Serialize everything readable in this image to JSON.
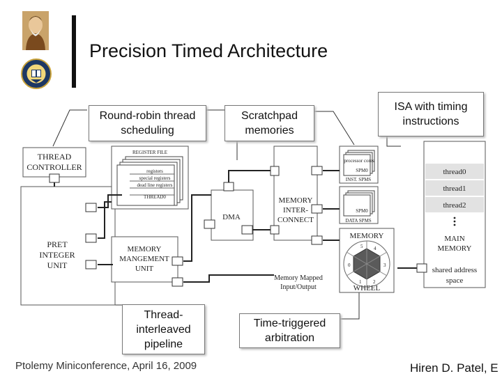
{
  "slide": {
    "title": "Precision Timed Architecture",
    "footer_left": "Ptolemy Miniconference, April 16, 2009",
    "footer_right": "Hiren D. Patel, E"
  },
  "logos": {
    "portrait": "portrait-image",
    "seal": "university-seal"
  },
  "callouts": {
    "round_robin": "Round-robin thread scheduling",
    "scratchpad": "Scratchpad memories",
    "isa": "ISA with timing instructions",
    "thread_interleaved": "Thread-interleaved pipeline",
    "time_triggered": "Time-triggered arbitration"
  },
  "diagram": {
    "thread_controller": [
      "THREAD",
      "CONTROLLER"
    ],
    "register_file": "REGISTER FILE",
    "register_lines": [
      "registers",
      "special registers",
      "dead line registers",
      "THREAD0"
    ],
    "dma": "DMA",
    "memory_interconnect": [
      "MEMORY",
      "INTER-",
      "CONNECT"
    ],
    "spm_inst": [
      "SPM0",
      "INST. SPMS"
    ],
    "spm_data": [
      "SPM0",
      "DATA SPMS"
    ],
    "spm_stack_label": "processor cores",
    "pret_unit": [
      "PRET",
      "INTEGER",
      "UNIT"
    ],
    "mmu": [
      "MEMORY",
      "MANGEMENT",
      "UNIT"
    ],
    "memory_mapped_io": [
      "Memory Mapped",
      "Input/Output"
    ],
    "memory_wheel": [
      "MEMORY",
      "WHEEL"
    ],
    "wheel_numbers": [
      "5",
      "4",
      "0",
      "3",
      "1",
      "2"
    ],
    "threads": [
      "thread0",
      "thread1",
      "thread2"
    ],
    "main_memory": [
      "MAIN",
      "MEMORY"
    ],
    "shared_address": [
      "shared address",
      "space"
    ]
  },
  "colors": {
    "box_border": "#555555",
    "connector": "#222222",
    "hexagon": "#5a5a5a"
  }
}
